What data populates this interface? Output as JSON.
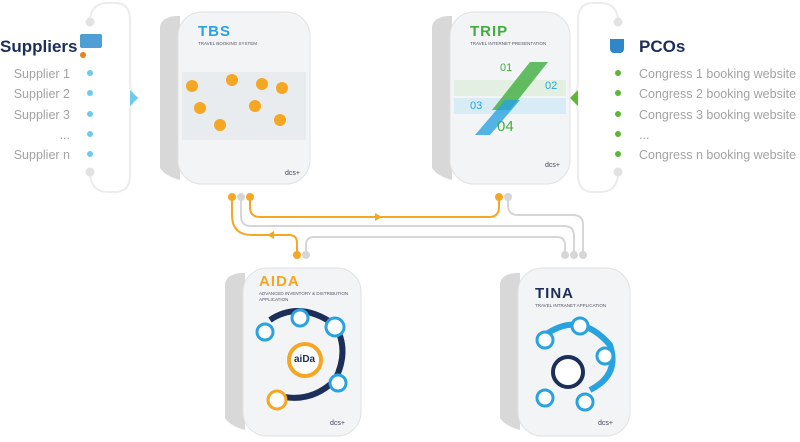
{
  "suppliers": {
    "title": "Suppliers",
    "items": [
      "Supplier 1",
      "Supplier 2",
      "Supplier 3",
      "...",
      "Supplier n"
    ],
    "dot_color": "#6ccbea"
  },
  "pcos": {
    "title": "PCOs",
    "items": [
      "Congress 1 booking website",
      "Congress 2 booking website",
      "Congress 3 booking website",
      "...",
      "Congress n booking website"
    ],
    "dot_color": "#5cb832"
  },
  "products": [
    {
      "name": "TBS",
      "subtitle": "Travel Booking System",
      "color": "#29a3e0"
    },
    {
      "name": "TRIP",
      "subtitle": "Travel Internet Presentation",
      "color": "#3fae3f"
    },
    {
      "name": "AIDA",
      "subtitle": "Advanced Inventory & Distribution Application",
      "color": "#f5a21b",
      "center_label": "aiDa"
    },
    {
      "name": "TINA",
      "subtitle": "Travel Intranet Application",
      "color": "#1c2f5a"
    }
  ],
  "brand": "dcs+",
  "trip_steps": [
    "01",
    "02",
    "03",
    "04"
  ],
  "connector_colors": {
    "active": "#f5a623",
    "inactive": "#d6d6d6"
  }
}
